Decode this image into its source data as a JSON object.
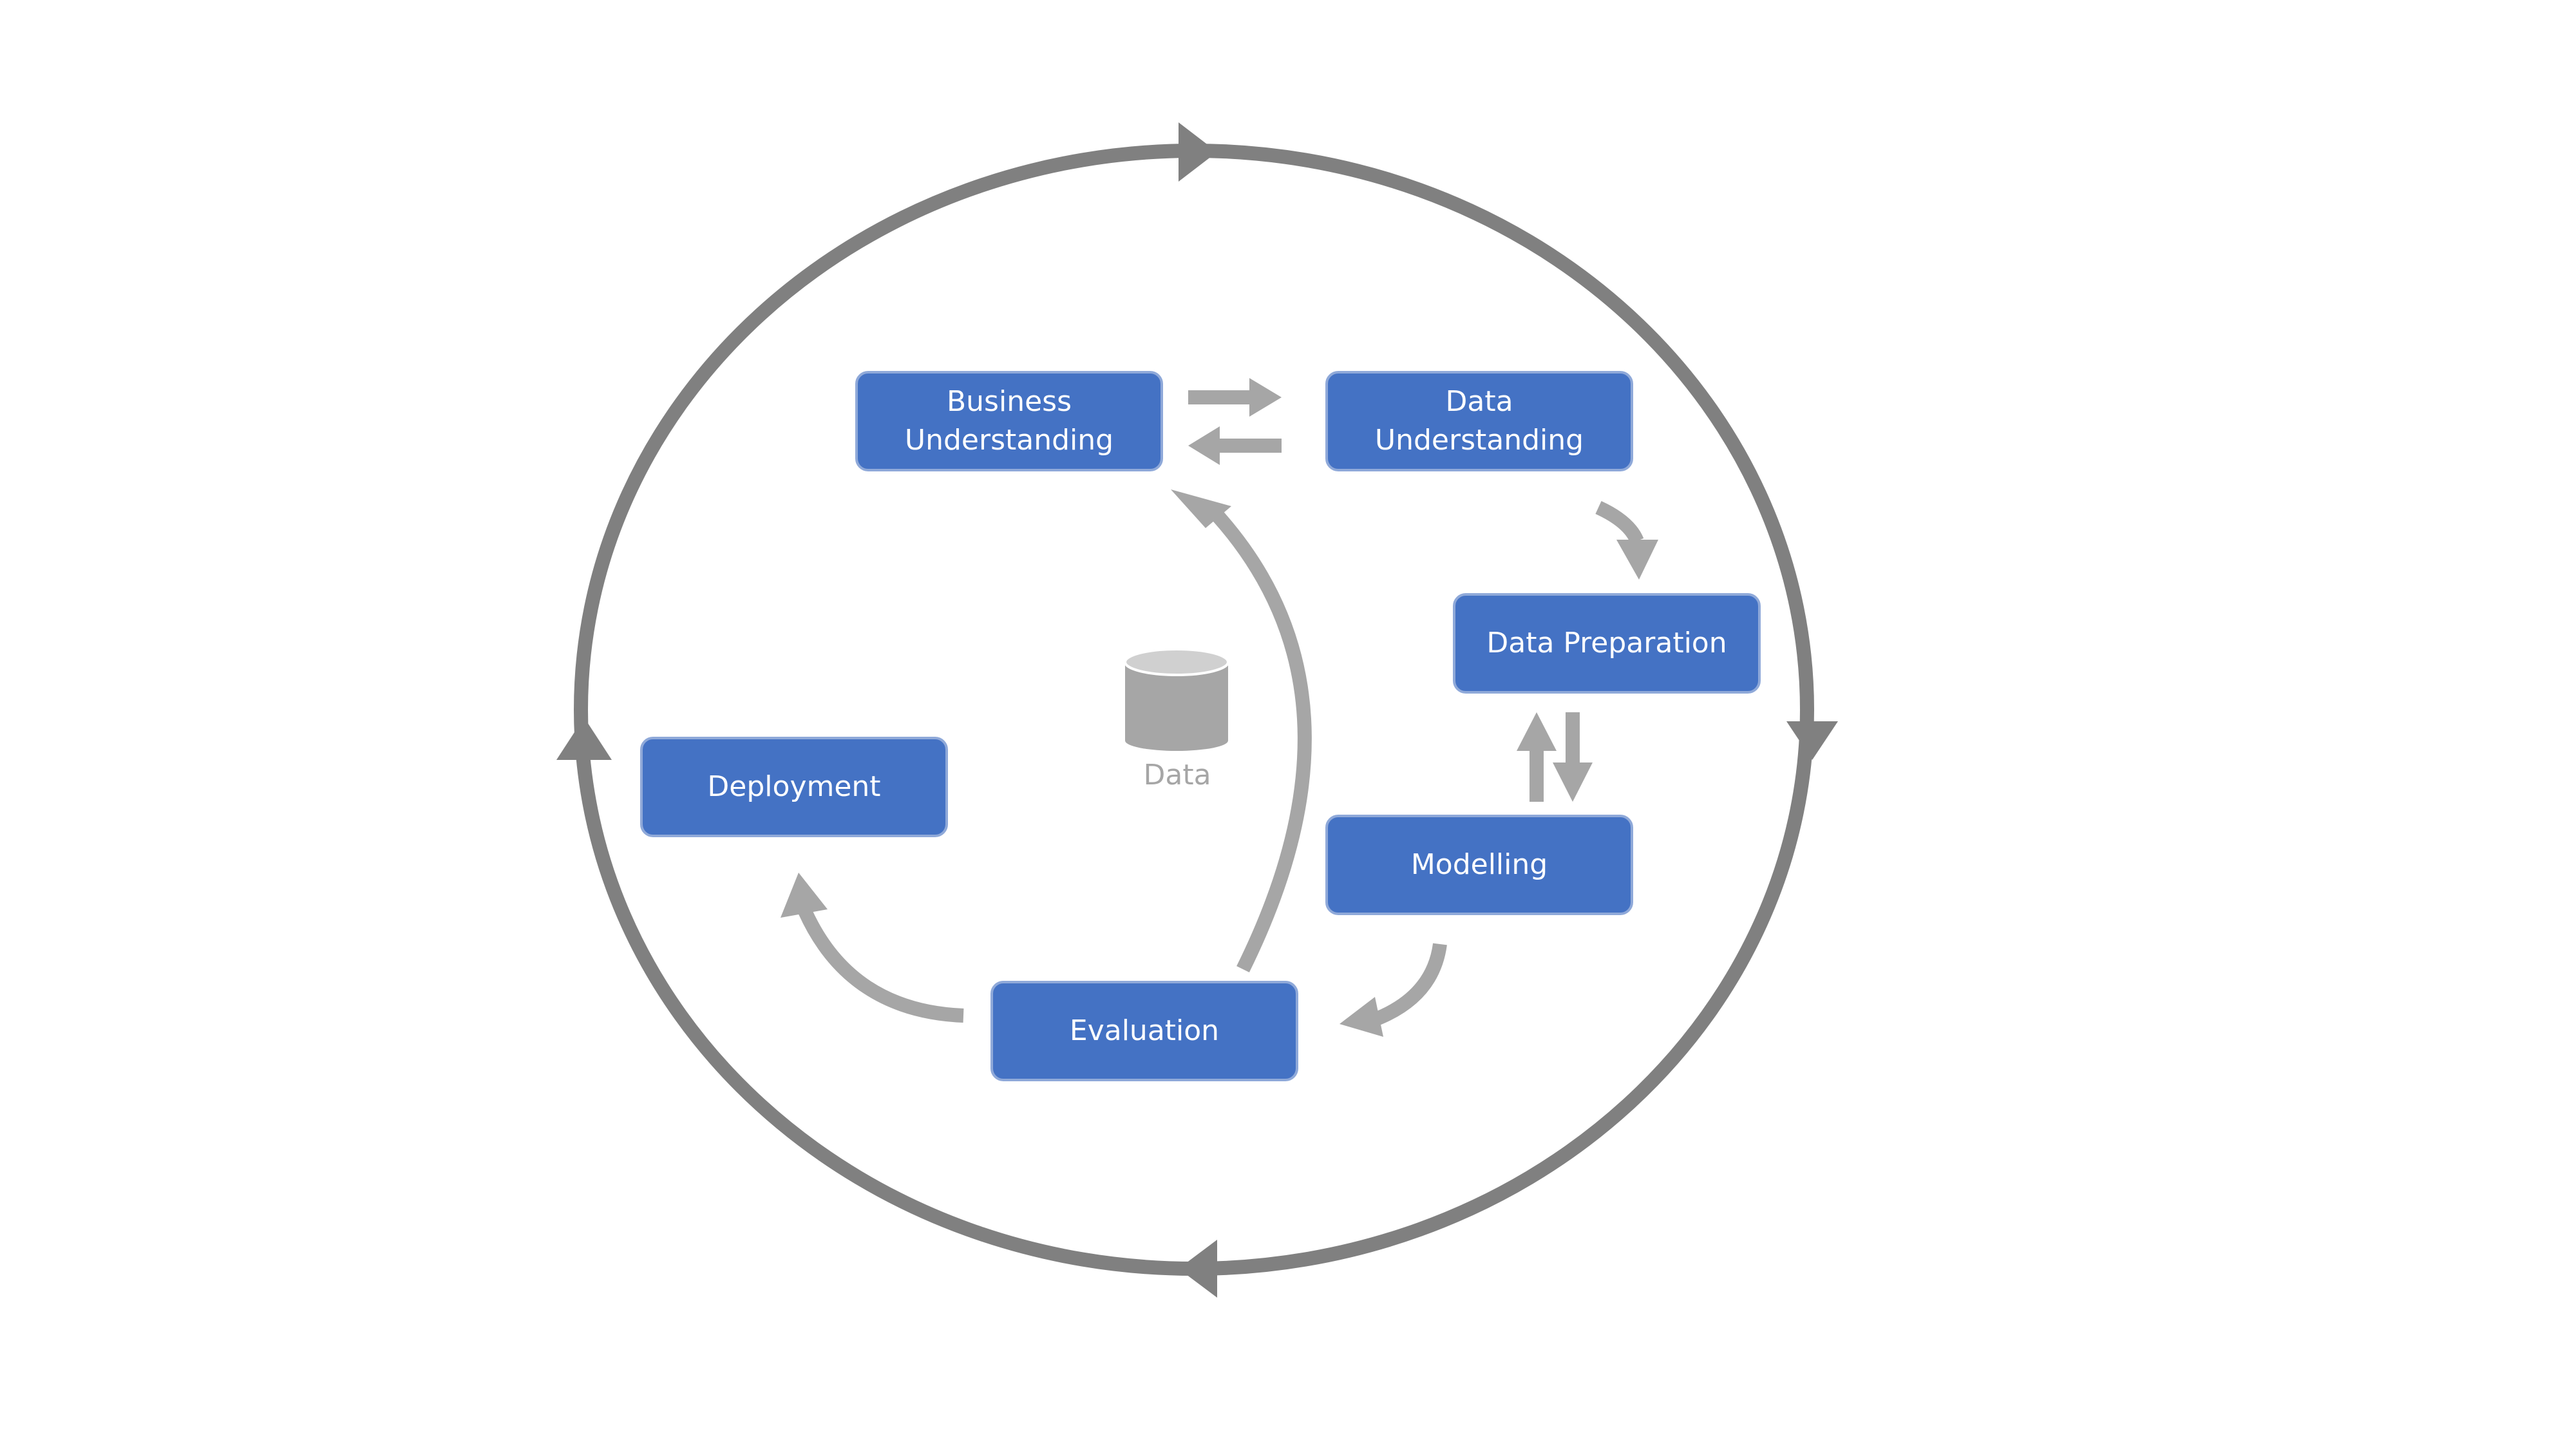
{
  "colors": {
    "node_fill": "#4472C4",
    "node_border": "#8FA9D9",
    "node_text": "#FFFFFF",
    "outer_cycle": "#808080",
    "inner_arrow": "#A6A6A6",
    "data_icon": "#A6A6A6"
  },
  "nodes": {
    "business_understanding": "Business\nUnderstanding",
    "data_understanding": "Data\nUnderstanding",
    "data_preparation": "Data Preparation",
    "modelling": "Modelling",
    "evaluation": "Evaluation",
    "deployment": "Deployment"
  },
  "data_store": {
    "label": "Data",
    "icon": "database-cylinder-icon"
  }
}
